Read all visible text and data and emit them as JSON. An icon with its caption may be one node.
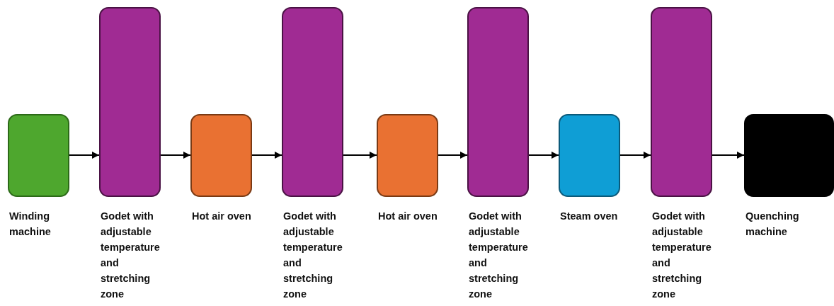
{
  "diagram": {
    "nodes": [
      {
        "text": [
          "Winding machine"
        ]
      },
      {
        "text": [
          "Godet with adjustable temperature and stretching zone"
        ]
      },
      {
        "text": [
          "Hot air oven"
        ]
      },
      {
        "text": [
          "Godet with adjustable temperature and stretching zone"
        ]
      },
      {
        "text": [
          "Hot air oven"
        ]
      },
      {
        "text": [
          "Godet with adjustable temperature and stretching zone"
        ]
      },
      {
        "text": [
          "Steam oven"
        ]
      },
      {
        "text": [
          "Godet with adjustable temperature and stretching zone"
        ]
      },
      {
        "text": [
          "Quenching machine"
        ]
      }
    ],
    "edges": [
      {
        "from": 0,
        "to": 1,
        "arrow": "to"
      },
      {
        "from": 1,
        "to": 2,
        "arrow": "to"
      },
      {
        "from": 2,
        "to": 3,
        "arrow": "to"
      },
      {
        "from": 3,
        "to": 4,
        "arrow": "to"
      },
      {
        "from": 4,
        "to": 5,
        "arrow": "to"
      },
      {
        "from": 5,
        "to": 6,
        "arrow": "to"
      },
      {
        "from": 6,
        "to": 7,
        "arrow": "to"
      },
      {
        "from": 7,
        "to": 8,
        "arrow": "to"
      }
    ]
  }
}
